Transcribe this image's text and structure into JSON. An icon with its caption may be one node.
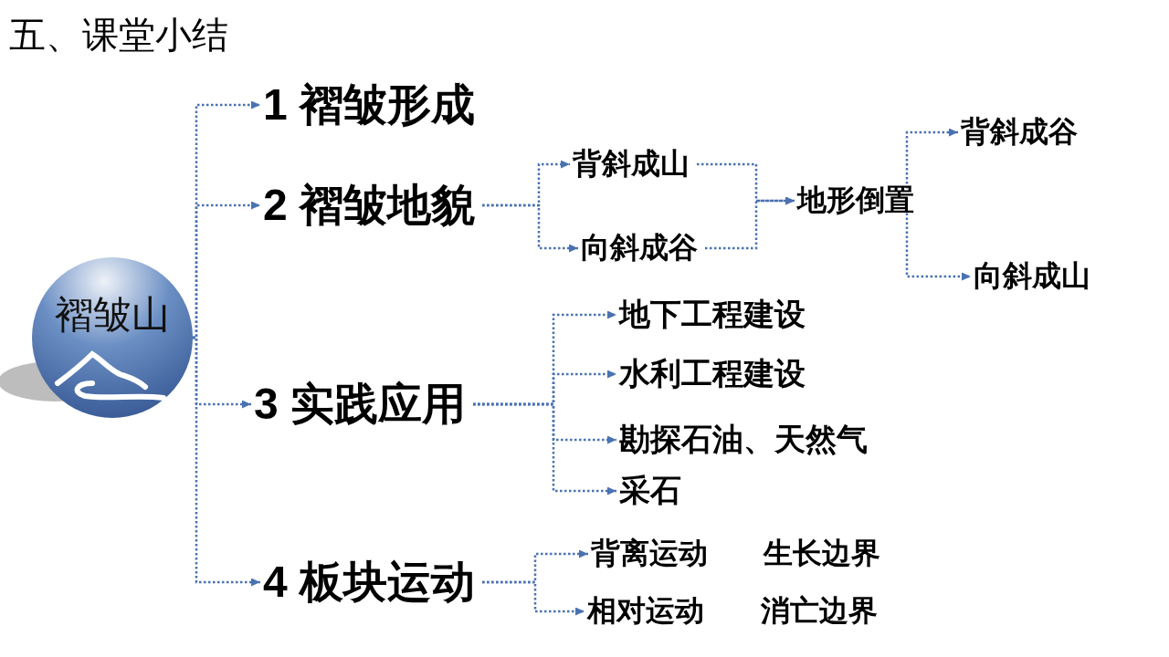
{
  "diagram": {
    "title": "五、课堂小结",
    "nodes": [
      {
        "text": [
          "褶皱山"
        ]
      },
      {
        "text": [
          "1 褶皱形成"
        ]
      },
      {
        "text": [
          "2 褶皱地貌"
        ]
      },
      {
        "text": [
          "3 实践应用"
        ]
      },
      {
        "text": [
          "4 板块运动"
        ]
      },
      {
        "text": [
          "背斜成山"
        ]
      },
      {
        "text": [
          "向斜成谷"
        ]
      },
      {
        "text": [
          "地形倒置"
        ]
      },
      {
        "text": [
          "背斜成谷"
        ]
      },
      {
        "text": [
          "向斜成山"
        ]
      },
      {
        "text": [
          "地下工程建设"
        ]
      },
      {
        "text": [
          "水利工程建设"
        ]
      },
      {
        "text": [
          "勘探石油、天然气"
        ]
      },
      {
        "text": [
          "采石"
        ]
      },
      {
        "text": [
          "背离运动"
        ],
        "beside": [
          "生长边界"
        ]
      },
      {
        "text": [
          "相对运动"
        ],
        "beside": [
          "消亡边界"
        ]
      }
    ],
    "edges": [
      {
        "from": 0,
        "to": 1,
        "arrow": "to"
      },
      {
        "from": 0,
        "to": 2,
        "arrow": "to"
      },
      {
        "from": 0,
        "to": 3,
        "arrow": "to"
      },
      {
        "from": 0,
        "to": 4,
        "arrow": "to"
      },
      {
        "from": 2,
        "to": 5,
        "arrow": "to"
      },
      {
        "from": 2,
        "to": 6,
        "arrow": "to"
      },
      {
        "from": 5,
        "to": 7,
        "arrow": "to"
      },
      {
        "from": 6,
        "to": 7,
        "arrow": "to"
      },
      {
        "from": 7,
        "to": 8,
        "arrow": "to"
      },
      {
        "from": 7,
        "to": 9,
        "arrow": "to"
      },
      {
        "from": 3,
        "to": 10,
        "arrow": "to"
      },
      {
        "from": 3,
        "to": 11,
        "arrow": "to"
      },
      {
        "from": 3,
        "to": 12,
        "arrow": "to"
      },
      {
        "from": 3,
        "to": 13,
        "arrow": "to"
      },
      {
        "from": 4,
        "to": 14,
        "arrow": "to"
      },
      {
        "from": 4,
        "to": 15,
        "arrow": "to"
      }
    ]
  }
}
